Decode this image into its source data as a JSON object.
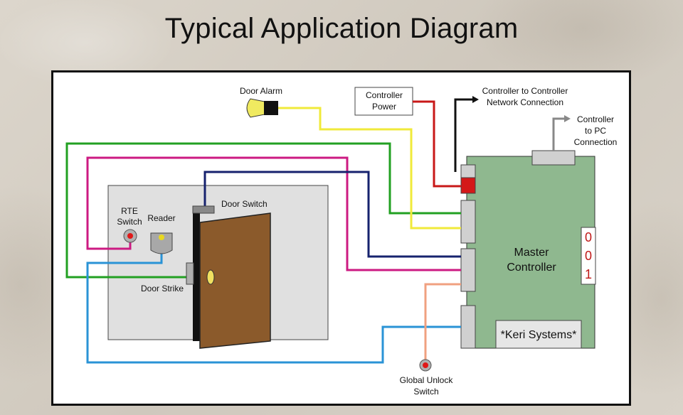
{
  "title": "Typical Application Diagram",
  "labels": {
    "door_alarm": "Door Alarm",
    "controller_power": [
      "Controller",
      "Power"
    ],
    "network": [
      "Controller to Controller",
      "Network Connection"
    ],
    "pc_connection": [
      "Controller",
      "to PC",
      "Connection"
    ],
    "door_switch": "Door Switch",
    "rte_switch": [
      "RTE",
      "Switch"
    ],
    "reader": "Reader",
    "door_strike": "Door Strike",
    "master_controller": [
      "Master",
      "Controller"
    ],
    "address_digits": [
      "0",
      "0",
      "1"
    ],
    "brand": "*Keri Systems*",
    "global_unlock": [
      "Global Unlock",
      "Switch"
    ]
  },
  "colors": {
    "controller_fill": "#8fb88f",
    "door_fill": "#8b5a2b",
    "room_fill": "#e0e0e0",
    "wire_green": "#22a022",
    "wire_magenta": "#cc1a82",
    "wire_navy": "#16226e",
    "wire_yellow": "#f0ea3a",
    "wire_blue": "#2a93d6",
    "wire_red": "#c81818",
    "wire_salmon": "#f0a080",
    "wire_gray": "#888888"
  }
}
